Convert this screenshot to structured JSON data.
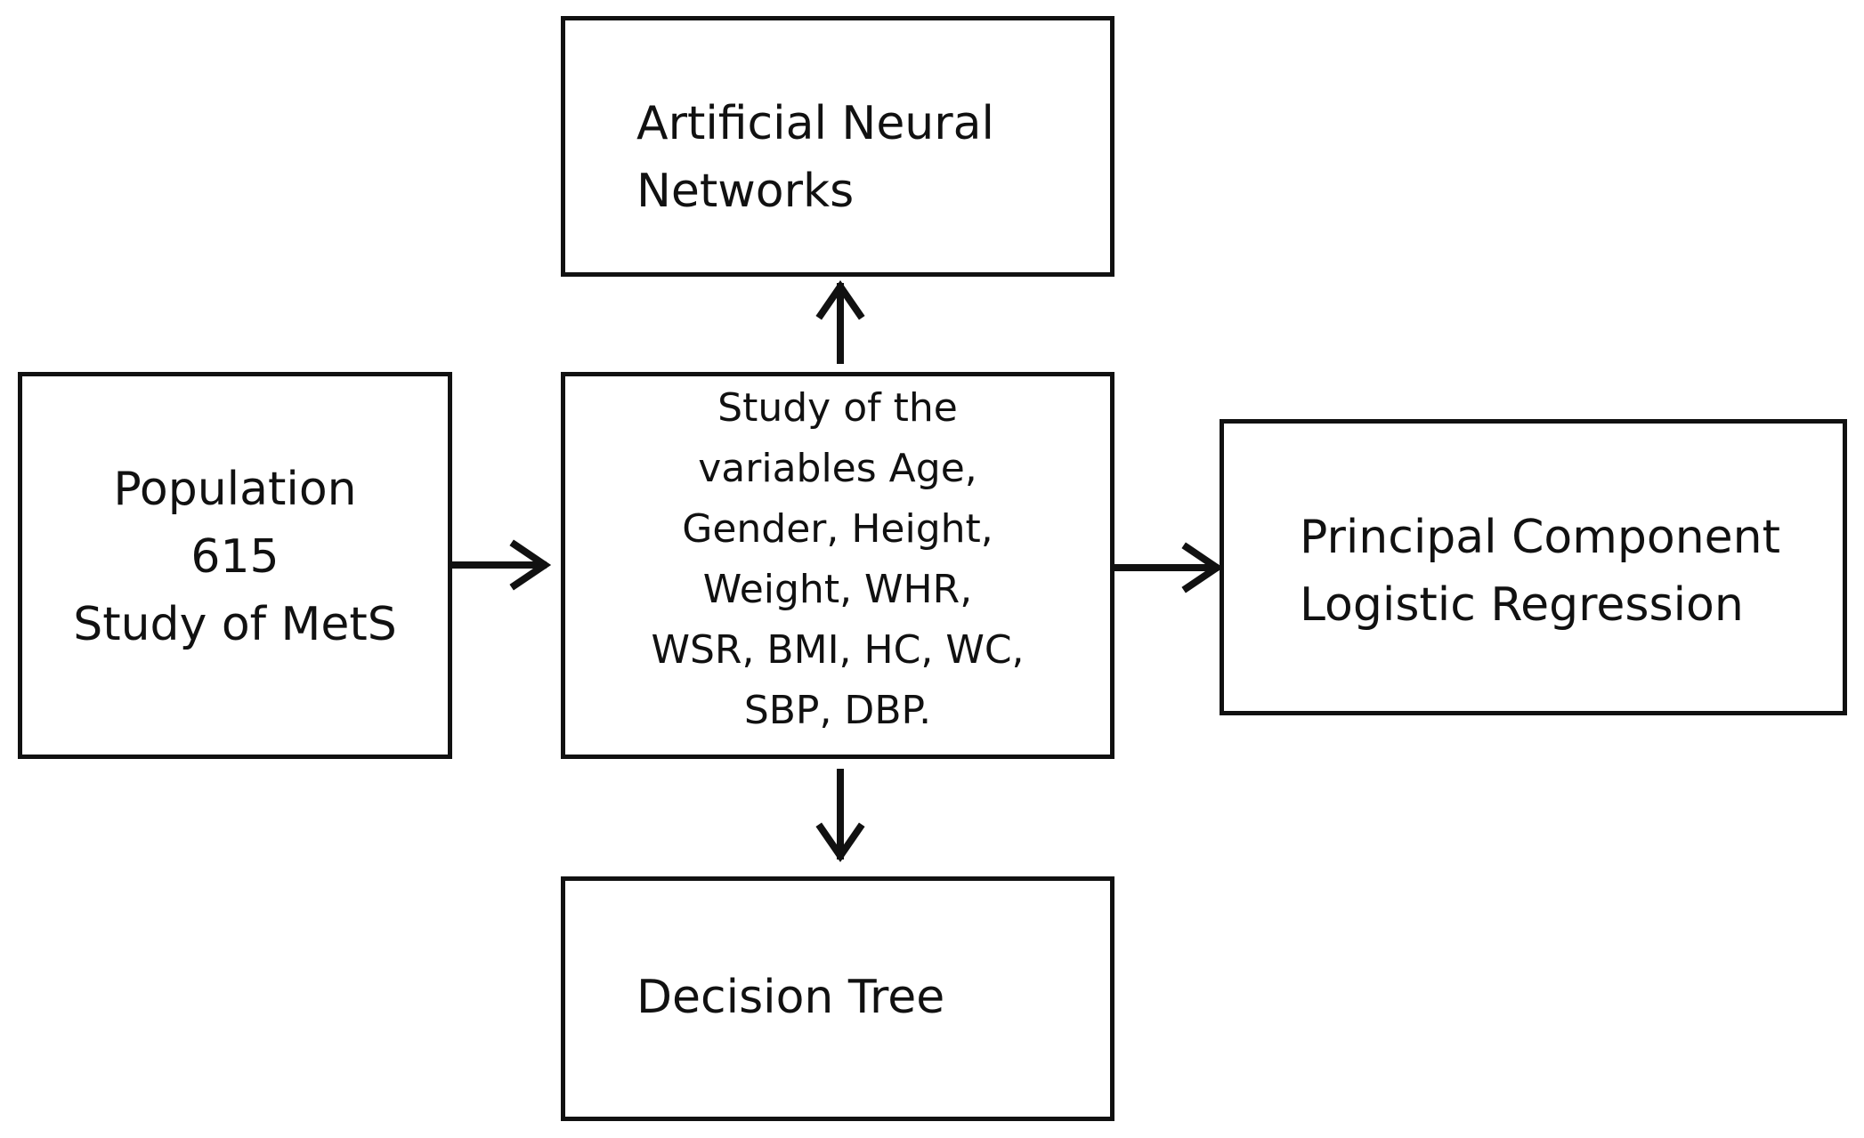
{
  "diagram": {
    "population": {
      "lines": [
        "Population",
        "615",
        "Study of MetS"
      ]
    },
    "variables": {
      "lines": [
        "Study of the",
        "variables Age,",
        "Gender, Height,",
        "Weight, WHR,",
        "WSR, BMI, HC, WC,",
        "SBP, DBP."
      ]
    },
    "ann": {
      "lines": [
        "Artificial Neural",
        "Networks"
      ]
    },
    "pclr": {
      "lines": [
        "Principal Component",
        "Logistic Regression"
      ]
    },
    "decision_tree": {
      "lines": [
        "Decision Tree"
      ]
    },
    "colors": {
      "stroke": "#111111",
      "background": "#ffffff"
    }
  }
}
